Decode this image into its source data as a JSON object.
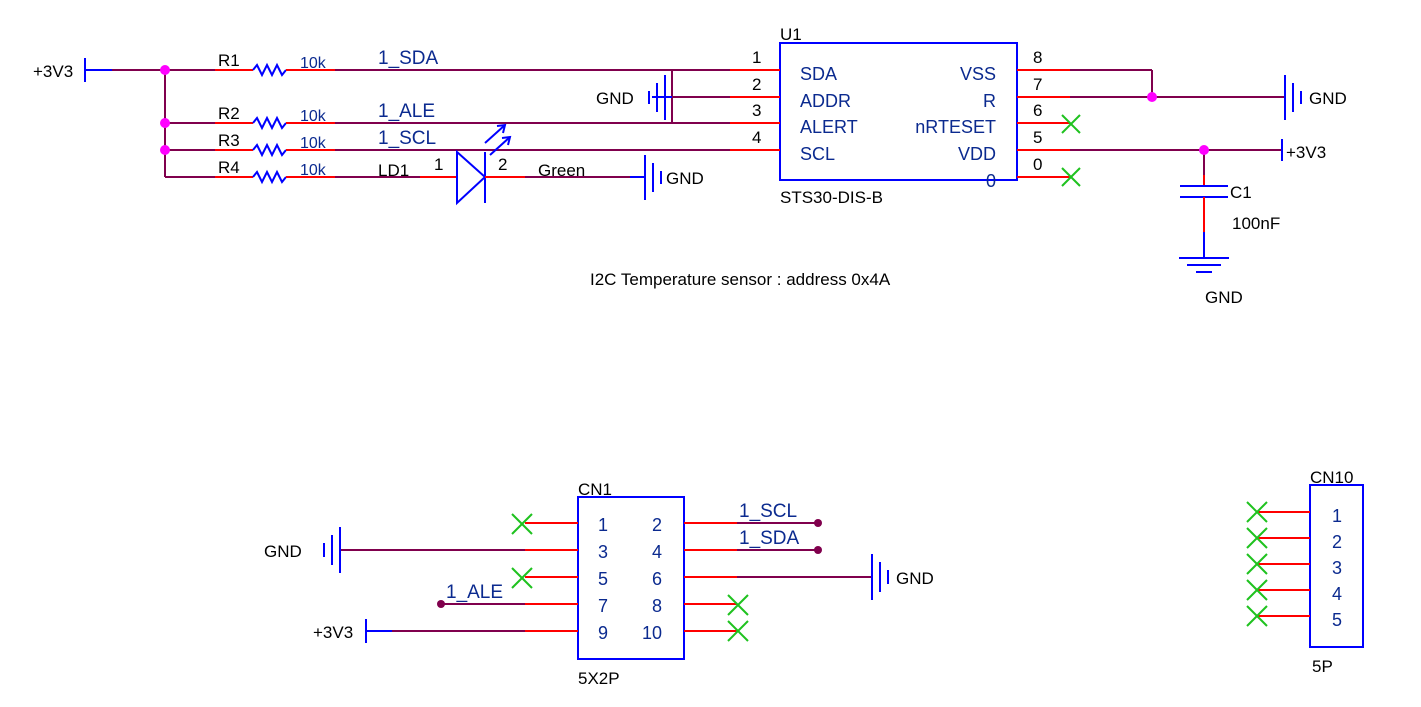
{
  "power": {
    "v3": "+3V3",
    "gnd": "GND"
  },
  "resistors": [
    {
      "ref": "R1",
      "value": "10k"
    },
    {
      "ref": "R2",
      "value": "10k"
    },
    {
      "ref": "R3",
      "value": "10k"
    },
    {
      "ref": "R4",
      "value": "10k"
    }
  ],
  "nets": {
    "sda": "1_SDA",
    "ale": "1_ALE",
    "scl": "1_SCL"
  },
  "led": {
    "ref": "LD1",
    "pin1": "1",
    "pin2": "2",
    "value": "Green"
  },
  "u1": {
    "ref": "U1",
    "part": "STS30-DIS-B",
    "left_pins": [
      {
        "num": "1",
        "name": "SDA"
      },
      {
        "num": "2",
        "name": "ADDR"
      },
      {
        "num": "3",
        "name": "ALERT"
      },
      {
        "num": "4",
        "name": "SCL"
      }
    ],
    "right_pins": [
      {
        "num": "8",
        "name": "VSS"
      },
      {
        "num": "7",
        "name": "R"
      },
      {
        "num": "6",
        "name": "nRTESET"
      },
      {
        "num": "5",
        "name": "VDD"
      },
      {
        "num": "0",
        "name": "0"
      }
    ]
  },
  "c1": {
    "ref": "C1",
    "value": "100nF"
  },
  "caption": "I2C Temperature sensor : address 0x4A",
  "cn1": {
    "ref": "CN1",
    "part": "5X2P",
    "left_pins": [
      "1",
      "3",
      "5",
      "7",
      "9"
    ],
    "right_pins": [
      "2",
      "4",
      "6",
      "8",
      "10"
    ]
  },
  "cn10": {
    "ref": "CN10",
    "part": "5P",
    "pins": [
      "1",
      "2",
      "3",
      "4",
      "5"
    ]
  },
  "colors": {
    "wire": "#80004d",
    "pin": "#ff0000",
    "symbol": "#0000ff",
    "junction": "#ff00ff",
    "no_connect": "#1fc21f",
    "label_text": "#0b2a8f"
  }
}
